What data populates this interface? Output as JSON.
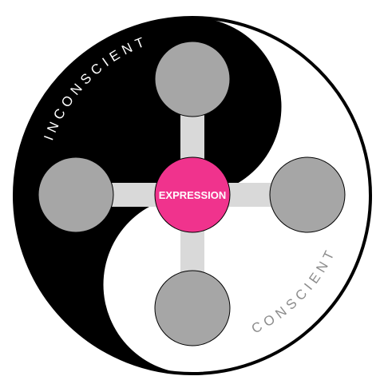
{
  "diagram": {
    "center_label": "EXPRESSION",
    "upper_label": "INCONSCIENT",
    "lower_label": "CONSCIENT",
    "nodes": [
      "",
      "",
      "",
      ""
    ]
  },
  "colors": {
    "yin": "#000000",
    "yang": "#ffffff",
    "outline": "#000000",
    "node_fill": "#a6a6a6",
    "connector": "#d9d9d9",
    "center_fill": "#f0338d",
    "center_text": "#ffffff",
    "upper_label_color": "#ffffff",
    "lower_label_color": "#8c8c8c"
  }
}
